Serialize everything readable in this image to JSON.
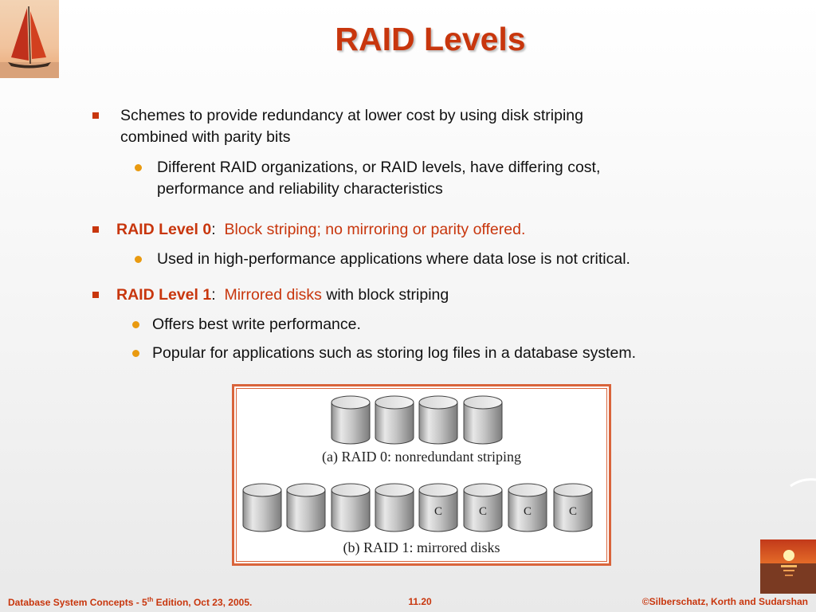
{
  "slide": {
    "title": "RAID Levels",
    "bullets": [
      {
        "line1": "Schemes to provide redundancy at lower cost by using disk striping",
        "line2": "combined with parity bits",
        "sub": {
          "line1": "Different RAID organizations, or RAID levels, have differing cost,",
          "line2": "performance and reliability characteristics"
        }
      },
      {
        "label": "RAID Level 0",
        "sep": ":",
        "desc": "Block striping; no mirroring or parity offered.",
        "sub": "Used in high-performance applications where data lose is not critical."
      },
      {
        "label": "RAID Level 1",
        "sep": ":",
        "desc": "Mirrored disks",
        "rest": " with block striping",
        "subs": [
          "Offers best write performance.",
          "Popular for applications such as storing log files in a database system."
        ]
      }
    ]
  },
  "figure": {
    "caption_a": "(a) RAID 0: nonredundant striping",
    "caption_b": "(b) RAID 1: mirrored disks",
    "copy_label": "C"
  },
  "footer": {
    "left_prefix": "Database System Concepts - 5",
    "left_sup": "th",
    "left_suffix": " Edition, Oct 23,  2005.",
    "page": "11.20",
    "right": "©Silberschatz, Korth and Sudarshan"
  },
  "colors": {
    "accent": "#c8360d",
    "bullet_dot": "#e99a10",
    "frame": "#d9643b"
  }
}
